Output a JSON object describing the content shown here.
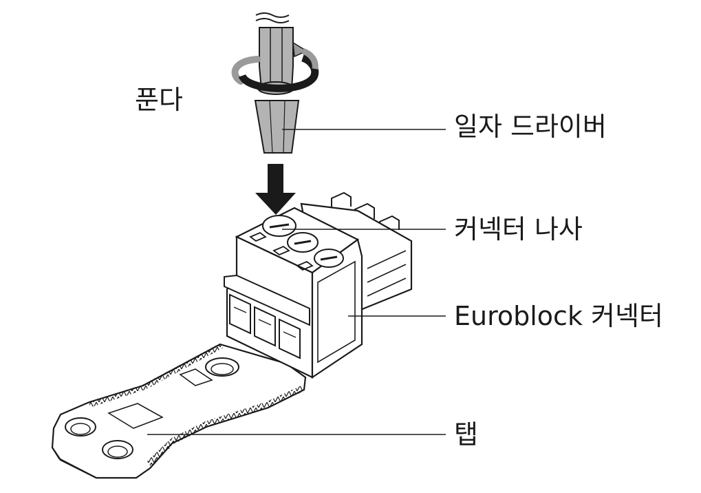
{
  "labels": {
    "loosen": "푼다",
    "screwdriver": "일자 드라이버",
    "connector_screw": "커넥터 나사",
    "euroblock_connector": "Euroblock 커넥터",
    "tab": "탭"
  },
  "colors": {
    "line": "#1a1a1a",
    "driver_fill": "#b3b3b3",
    "rotation_arrow": "#9a9a9a",
    "background": "#ffffff"
  }
}
